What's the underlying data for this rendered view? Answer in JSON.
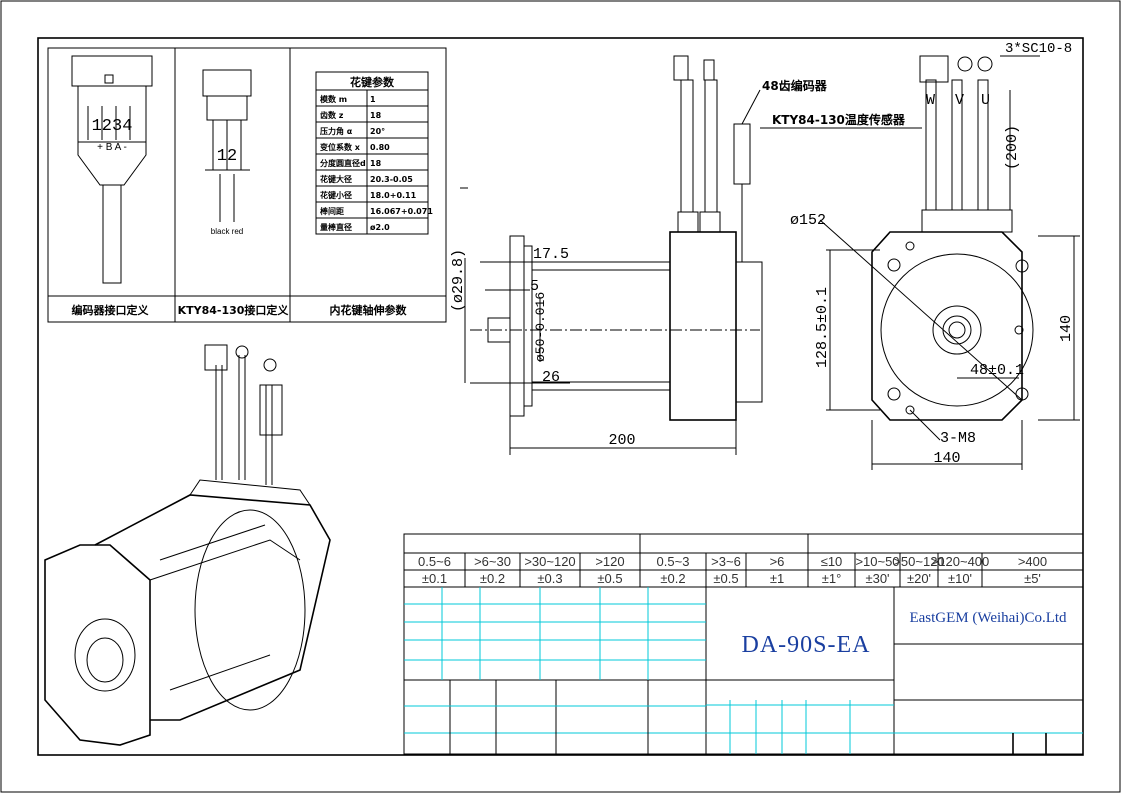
{
  "panels": {
    "encoder_caption": "编码器接口定义",
    "kty_caption": "KTY84-130接口定义",
    "spline_caption": "内花键轴伸参数",
    "encoder_pins": "1234",
    "encoder_signals": "+ B A -",
    "kty_pins": "12",
    "kty_wires": "black red"
  },
  "spline_table": {
    "title": "花键参数",
    "rows": [
      {
        "label": "模数 m",
        "value": "1"
      },
      {
        "label": "齿数 z",
        "value": "18"
      },
      {
        "label": "压力角 α",
        "value": "20°"
      },
      {
        "label": "变位系数 x",
        "value": "0.80"
      },
      {
        "label": "分度圆直径d",
        "value": "18"
      },
      {
        "label": "花键大径",
        "value": "20.3-0.05"
      },
      {
        "label": "花键小径",
        "value": "18.0+0.11"
      },
      {
        "label": "棒间距",
        "value": "16.067+0.071"
      },
      {
        "label": "量棒直径",
        "value": "ø2.0"
      }
    ]
  },
  "side_view": {
    "dim_17_5": "17.5",
    "dim_5": "5",
    "dim_29_8": "(ø29.8)",
    "dim_50": "ø50-0.016",
    "dim_26": "26",
    "dim_200": "200",
    "encoder_label": "48齿编码器",
    "sensor_label": "KTY84-130温度传感器"
  },
  "front_view": {
    "terminal_label": "3*SC10-8",
    "phases": [
      "W",
      "V",
      "U"
    ],
    "dim_cable": "(200)",
    "dim_152": "ø152",
    "dim_128_5": "128.5±0.1",
    "dim_140_v": "140",
    "dim_48": "48±0.1",
    "dim_m8": "3-M8",
    "dim_140_h": "140"
  },
  "tolerance_table": {
    "ranges": [
      "0.5~6",
      ">6~30",
      ">30~120",
      ">120",
      "0.5~3",
      ">3~6",
      ">6",
      "≤10",
      ">10~50",
      ">50~120",
      ">120~400",
      ">400"
    ],
    "tolerances": [
      "±0.1",
      "±0.2",
      "±0.3",
      "±0.5",
      "±0.2",
      "±0.5",
      "±1",
      "±1°",
      "±30'",
      "±20'",
      "±10'",
      "±5'"
    ]
  },
  "title_block": {
    "model": "DA-90S-EA",
    "company": "EastGEM (Weihai)Co.Ltd"
  }
}
